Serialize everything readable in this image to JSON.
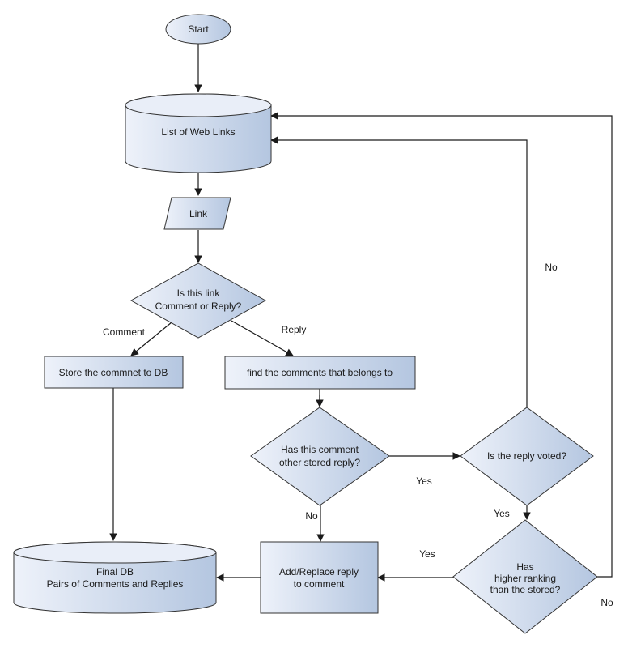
{
  "nodes": {
    "start": "Start",
    "web_links": "List of Web Links",
    "link": "Link",
    "decision_type": [
      "Is this link",
      "Comment or Reply?"
    ],
    "store_comment": "Store the commnet to DB",
    "find_comments": "find the comments that belongs to",
    "decision_stored": [
      "Has this comment",
      "other stored reply?"
    ],
    "decision_voted": "Is the reply voted?",
    "decision_ranking": [
      "Has",
      "higher ranking",
      "than the stored?"
    ],
    "add_replace": [
      "Add/Replace reply",
      "to comment"
    ],
    "final_db": [
      "Final DB",
      "Pairs of Comments and Replies"
    ]
  },
  "edges": {
    "comment": "Comment",
    "reply": "Reply",
    "yes_stored": "Yes",
    "no_stored": "No",
    "yes_voted": "Yes",
    "no_voted": "No",
    "yes_ranking": "Yes",
    "no_ranking": "No"
  },
  "colors": {
    "fill_light": "#eef2fa",
    "fill_dark": "#b4c6e0",
    "stroke": "#333333"
  }
}
